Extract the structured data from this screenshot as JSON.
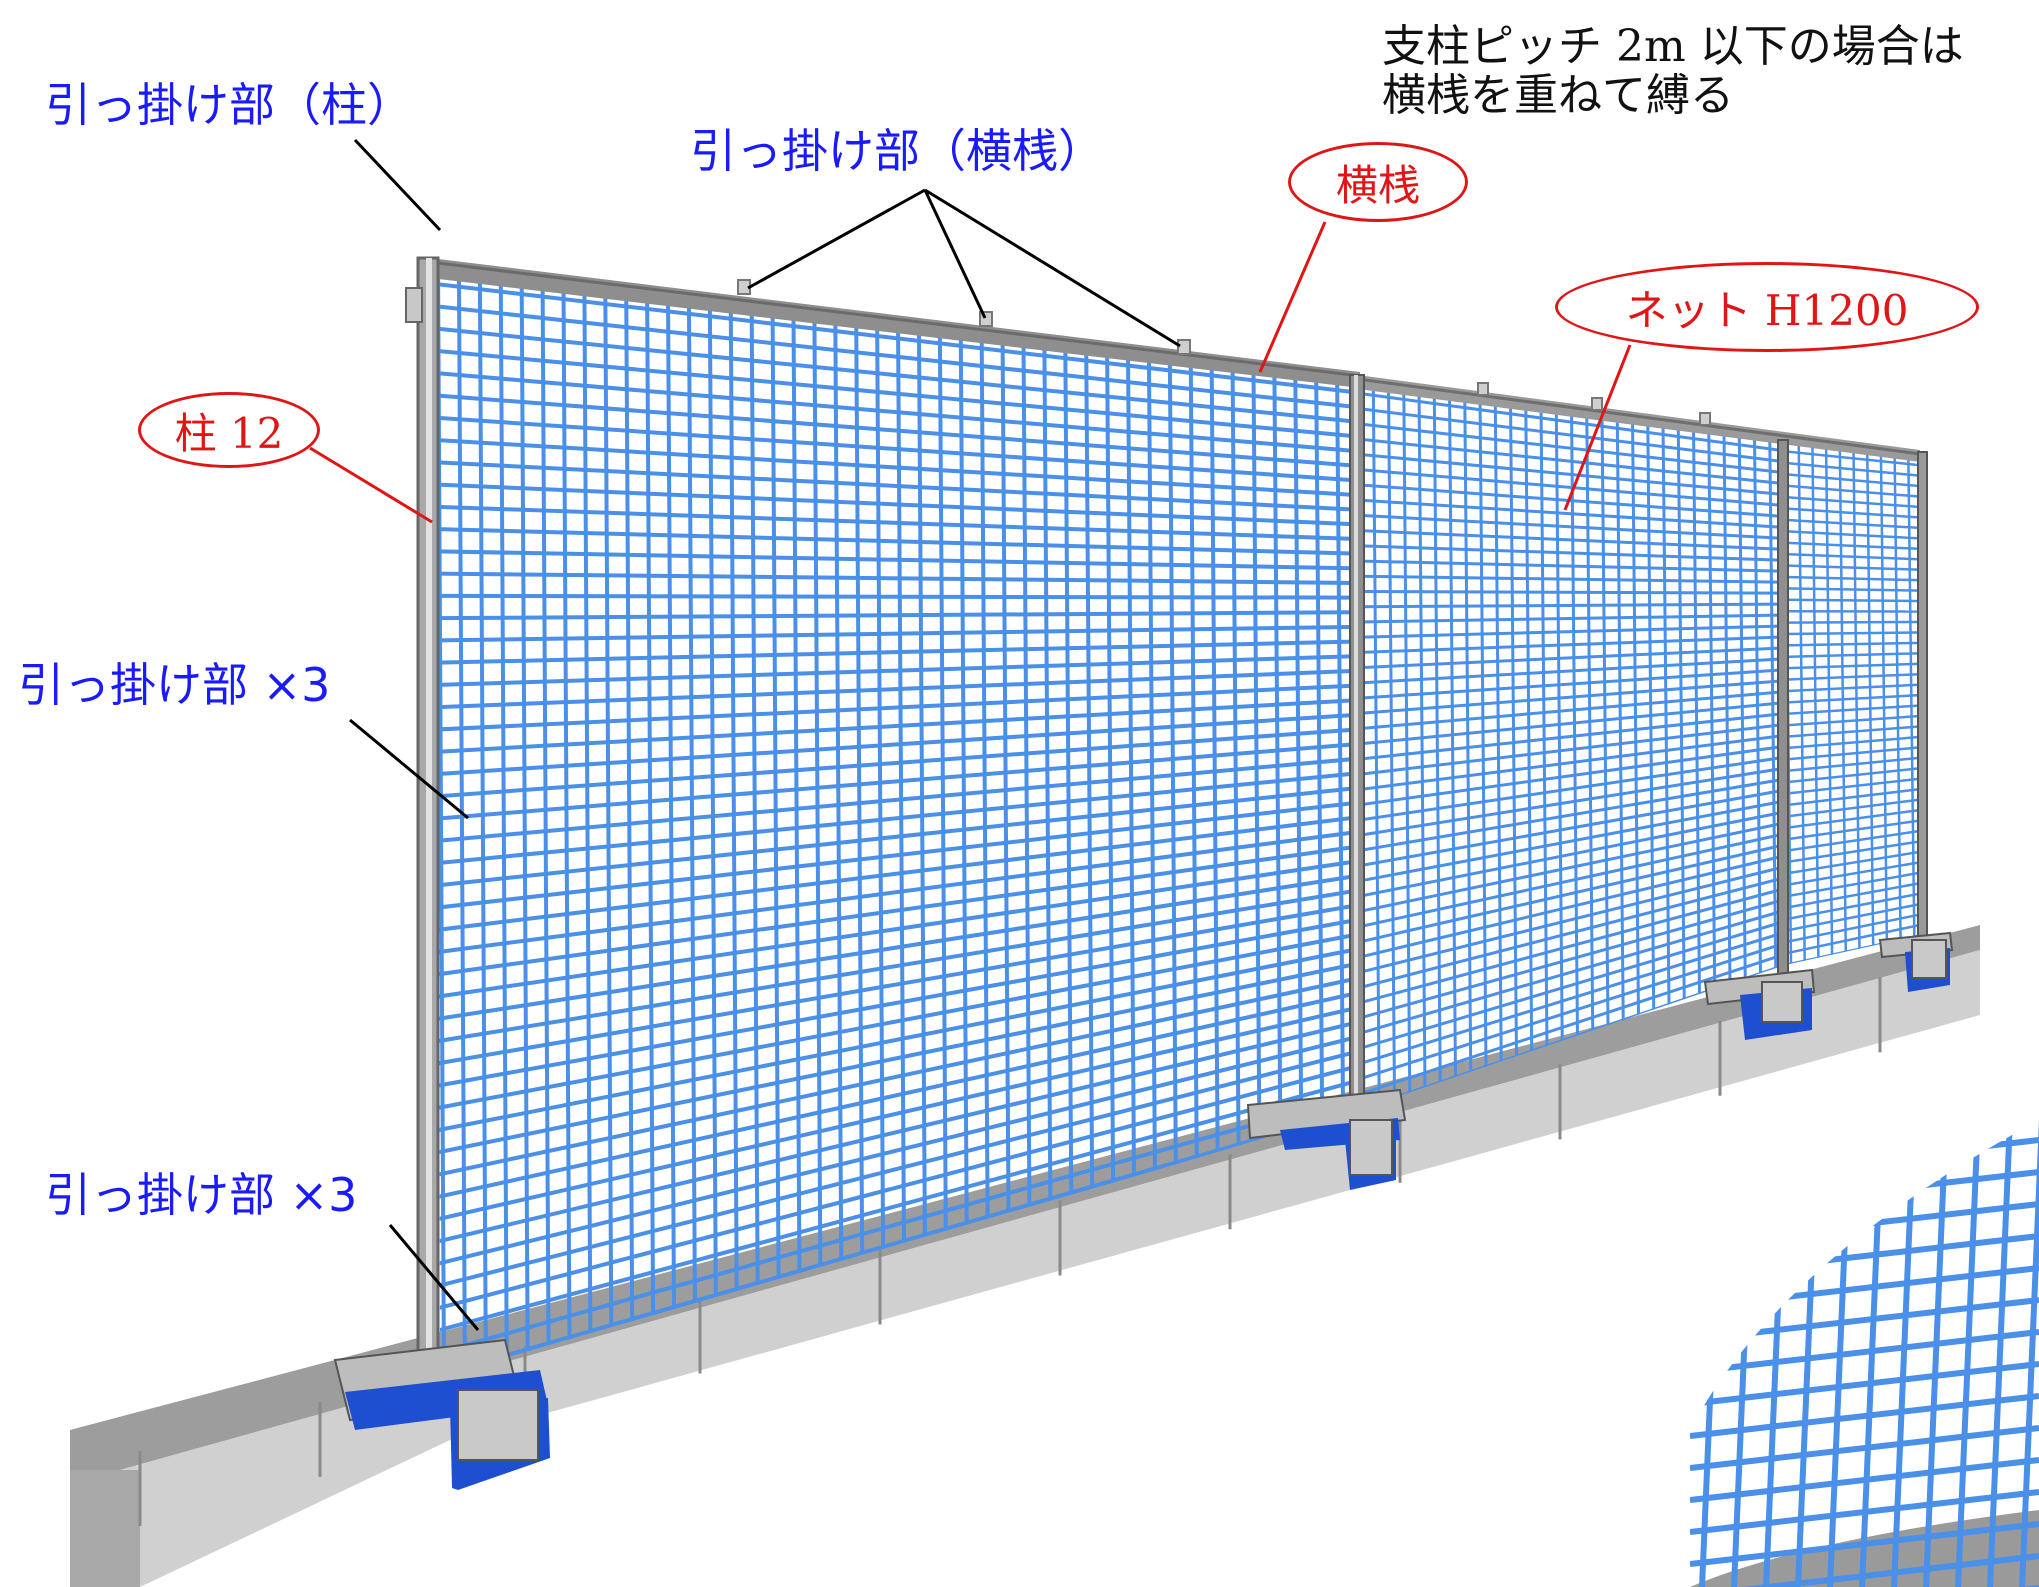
{
  "labels": {
    "post_hook": "引っ掛け部（柱）",
    "rail_hook": "引っ掛け部（横桟）",
    "hook_mid": "引っ掛け部 ×3",
    "hook_low": "引っ掛け部 ×3"
  },
  "note": {
    "line1": "支柱ピッチ 2m 以下の場合は",
    "line2": "横桟を重ねて縛る"
  },
  "callouts": {
    "post": "柱 12",
    "rail": "横桟",
    "net": "ネット H1200"
  },
  "colors": {
    "blue_label": "#1a1aff",
    "red_callout": "#e01515",
    "net": "#4a8fe8",
    "bracket": "#1f4fd1",
    "wall": "#b9b9b9"
  }
}
